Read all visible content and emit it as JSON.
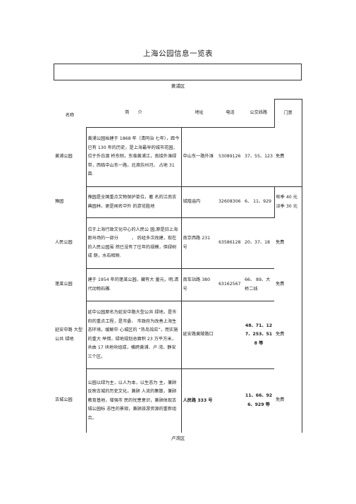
{
  "title": "上海公园信息一览表",
  "district1": "黄浦区",
  "district2": "卢湾区",
  "headers": {
    "intro": "简　　介",
    "address": "地址",
    "phone": "电话",
    "bus": "公交线路",
    "ticket": "门票",
    "name": "名称"
  },
  "parks": [
    {
      "name": "黄浦公园",
      "intro": "黄浦公园始建于 1868 年（清同治 七年），距今已有 130 年的历史，是上海最早的城市花园，位于外白渡 桥东侧，东临黄浦江，南接外滩绿 带，西临中山东一路，北濒苏州河， 占地 31 亩.",
      "address": "中山东一路外滩",
      "phone": "53089126",
      "bus": "37、55、123",
      "ticket": "免费"
    },
    {
      "name": "豫园",
      "intro": "豫园是全国重点文物保护单位，著 名的江南古典园林，更是闻名中外 的游览胜地",
      "address": "城隍庙内",
      "phone": "32608306",
      "bus": "6、 11、929",
      "ticket": "旺季 40 元淡季 30 元"
    },
    {
      "name": "人民公园",
      "intro": "位于上海行政文化中心的人民公 园,原是旧上海跑马场的一部分　　　， 后经多次改建，现在的人民公园虽 然已没有了往年的规模，但绿树成 荫，水石相映.",
      "address": "南京西路 231 号",
      "phone": "63586128",
      "bus": "20、37、18",
      "ticket": "免费"
    },
    {
      "name": "蓬莱公园",
      "intro": "建于 1954 年的蓬莱公园，藏有大 量元，明,清代动物石雕.",
      "address": "南车站路 380 号",
      "phone": "63162567",
      "bus": "66、 89、大桥二线",
      "ticket": "免费"
    },
    {
      "name": "延安中路 大型公共 绿地",
      "intro": "延中公园原名为延安中路大型公共 绿地，是市府的重点工程，是市委、 市政府为改善上海生态环境，缓解中 心城区的 “热岛效应”，而实施的重大 举措，绿地规划总面积 23 万平方米， 共由 17 块地块组成，横跨黄浦、卢 湾、静安三个区。",
      "address": "延安路黄陂路口",
      "phone": "",
      "bus": "48、71、127、253、518 等",
      "ticket": "免费"
    },
    {
      "name": "古城公园",
      "intro": "公园以绿为主，以人为本，以生态为 主，兼顾反映古城的历史文化，兼顾 人流的集散，兼顾教育基地，增强市 民的忧患意识，兼顾体现古城公园标 志性的景观，兼顾旅游资源的重新组 合。",
      "address": "人民路 333 号",
      "phone": "",
      "bus": "11、66、926、929 等",
      "ticket": "免费"
    }
  ]
}
